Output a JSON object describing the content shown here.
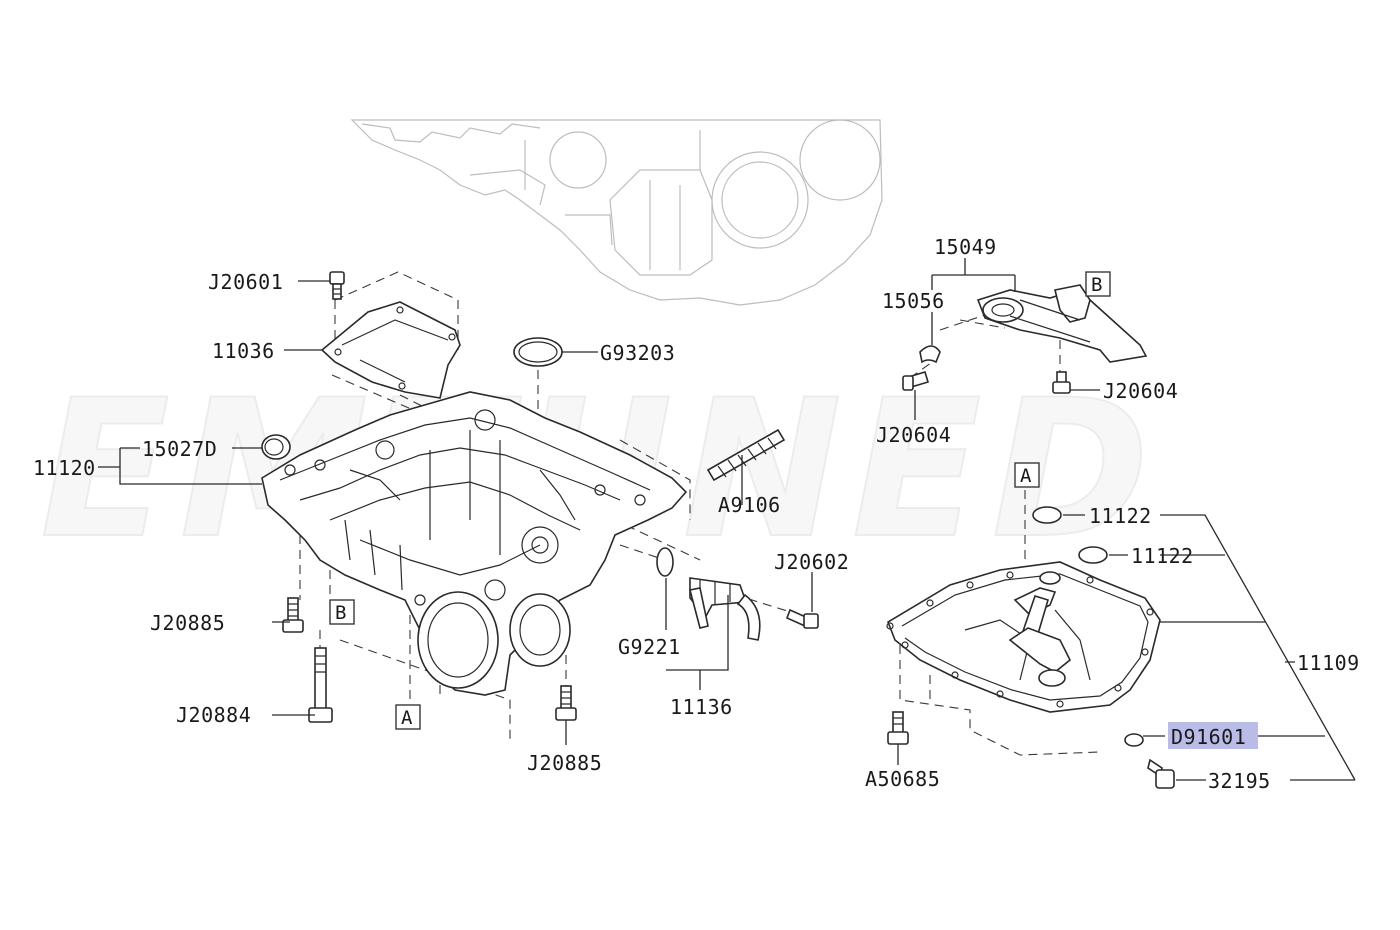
{
  "diagram": {
    "watermark": "EMTUNED",
    "highlight_color": "#b9bce6",
    "part_labels": [
      {
        "id": "j20601",
        "text": "J20601"
      },
      {
        "id": "11036",
        "text": "11036"
      },
      {
        "id": "g93203",
        "text": "G93203"
      },
      {
        "id": "15027d",
        "text": "15027D"
      },
      {
        "id": "11120",
        "text": "11120"
      },
      {
        "id": "a9106",
        "text": "A9106"
      },
      {
        "id": "j20602",
        "text": "J20602"
      },
      {
        "id": "j20885a",
        "text": "J20885"
      },
      {
        "id": "j20884",
        "text": "J20884"
      },
      {
        "id": "g9221",
        "text": "G9221"
      },
      {
        "id": "11136",
        "text": "11136"
      },
      {
        "id": "j20885b",
        "text": "J20885"
      },
      {
        "id": "15049",
        "text": "15049"
      },
      {
        "id": "15056",
        "text": "15056"
      },
      {
        "id": "j20604a",
        "text": "J20604"
      },
      {
        "id": "j20604b",
        "text": "J20604"
      },
      {
        "id": "11122a",
        "text": "11122"
      },
      {
        "id": "11122b",
        "text": "11122"
      },
      {
        "id": "11109",
        "text": "11109"
      },
      {
        "id": "d91601",
        "text": "D91601"
      },
      {
        "id": "32195",
        "text": "32195"
      },
      {
        "id": "a50685",
        "text": "A50685"
      }
    ],
    "ref_boxes": [
      {
        "id": "b_left",
        "text": "B"
      },
      {
        "id": "a_left",
        "text": "A"
      },
      {
        "id": "b_right",
        "text": "B"
      },
      {
        "id": "a_right",
        "text": "A"
      }
    ]
  }
}
